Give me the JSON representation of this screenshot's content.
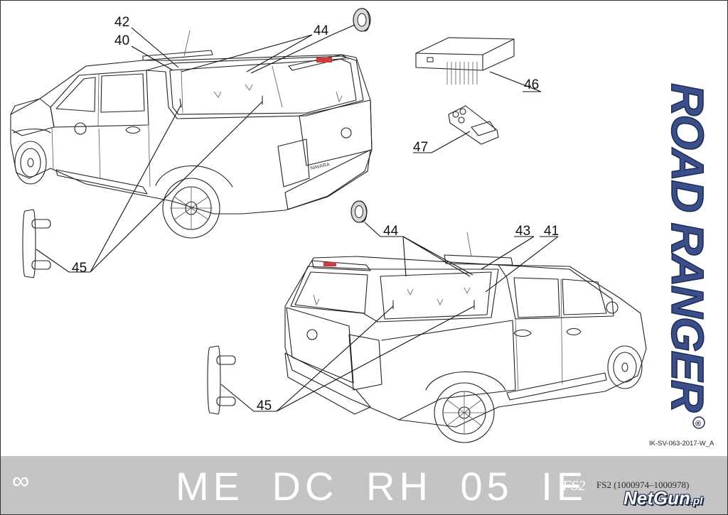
{
  "parts": [
    {
      "label": "42"
    },
    {
      "label": "40"
    },
    {
      "label": "44"
    },
    {
      "label": "46"
    },
    {
      "label": "47"
    },
    {
      "label": "45"
    },
    {
      "label": "44"
    },
    {
      "label": "43"
    },
    {
      "label": "41"
    },
    {
      "label": "45"
    }
  ],
  "brand": {
    "name": "ROAD RANGER",
    "registered_mark": "®"
  },
  "doc_code": "IK-SV-063-2017-W_A",
  "footer": {
    "symbol": "∞",
    "model_code": "ME DC RH 05 IE",
    "fs_label": "FS2",
    "fs_ranges": "FS2 (1000974–1000978)"
  },
  "watermark": {
    "name": "NetGun",
    "suffix": ".pl"
  },
  "colors": {
    "footer_bg": "#c4c4c4",
    "brand_blue": "#3a4f8a",
    "tail_light": "#d33b3b"
  }
}
